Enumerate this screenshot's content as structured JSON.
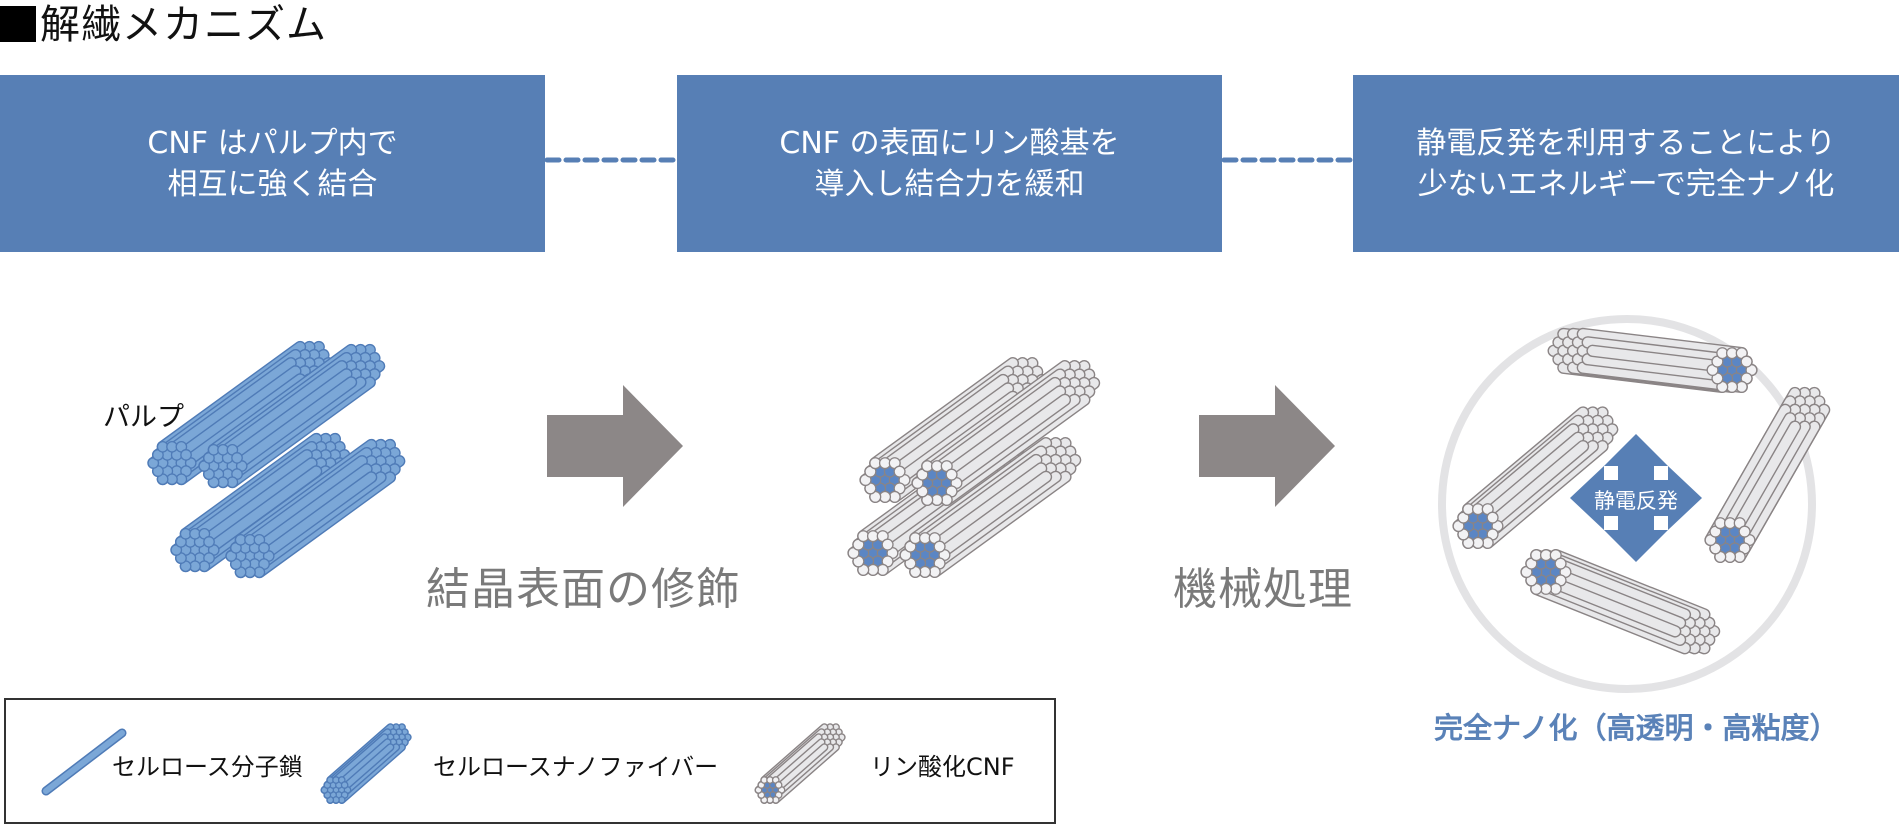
{
  "title": "解繊メカニズム",
  "steps": [
    {
      "line1": "CNF はパルプ内で",
      "line2": "相互に強く結合"
    },
    {
      "line1": "CNF の表面にリン酸基を",
      "line2": "導入し結合力を緩和"
    },
    {
      "line1": "静電反発を利用することにより",
      "line2": "少ないエネルギーで完全ナノ化"
    }
  ],
  "illustrations": {
    "pulp_label": "パルプ",
    "process1_label": "結晶表面の修飾",
    "process2_label": "機械処理",
    "repulsion_label": "静電反発",
    "result_caption": "完全ナノ化（高透明・高粘度）"
  },
  "legend": {
    "items": [
      {
        "label": "セルロース分子鎖",
        "icon": "cellulose-chain-icon"
      },
      {
        "label": "セルロースナノファイバー",
        "icon": "cellulose-nanofiber-icon"
      },
      {
        "label": "リン酸化CNF",
        "icon": "phosphorylated-cnf-icon"
      }
    ]
  },
  "colors": {
    "box_blue": "#577fb5",
    "fiber_blue": "#7ba7d7",
    "fiber_blue_stroke": "#4f7bb7",
    "fiber_gray": "#e8e8ea",
    "fiber_gray_stroke": "#8a8485",
    "arrow_gray": "#8c8787",
    "caption_blue": "#5a82b8",
    "circle_gray": "#e3e3e5"
  }
}
